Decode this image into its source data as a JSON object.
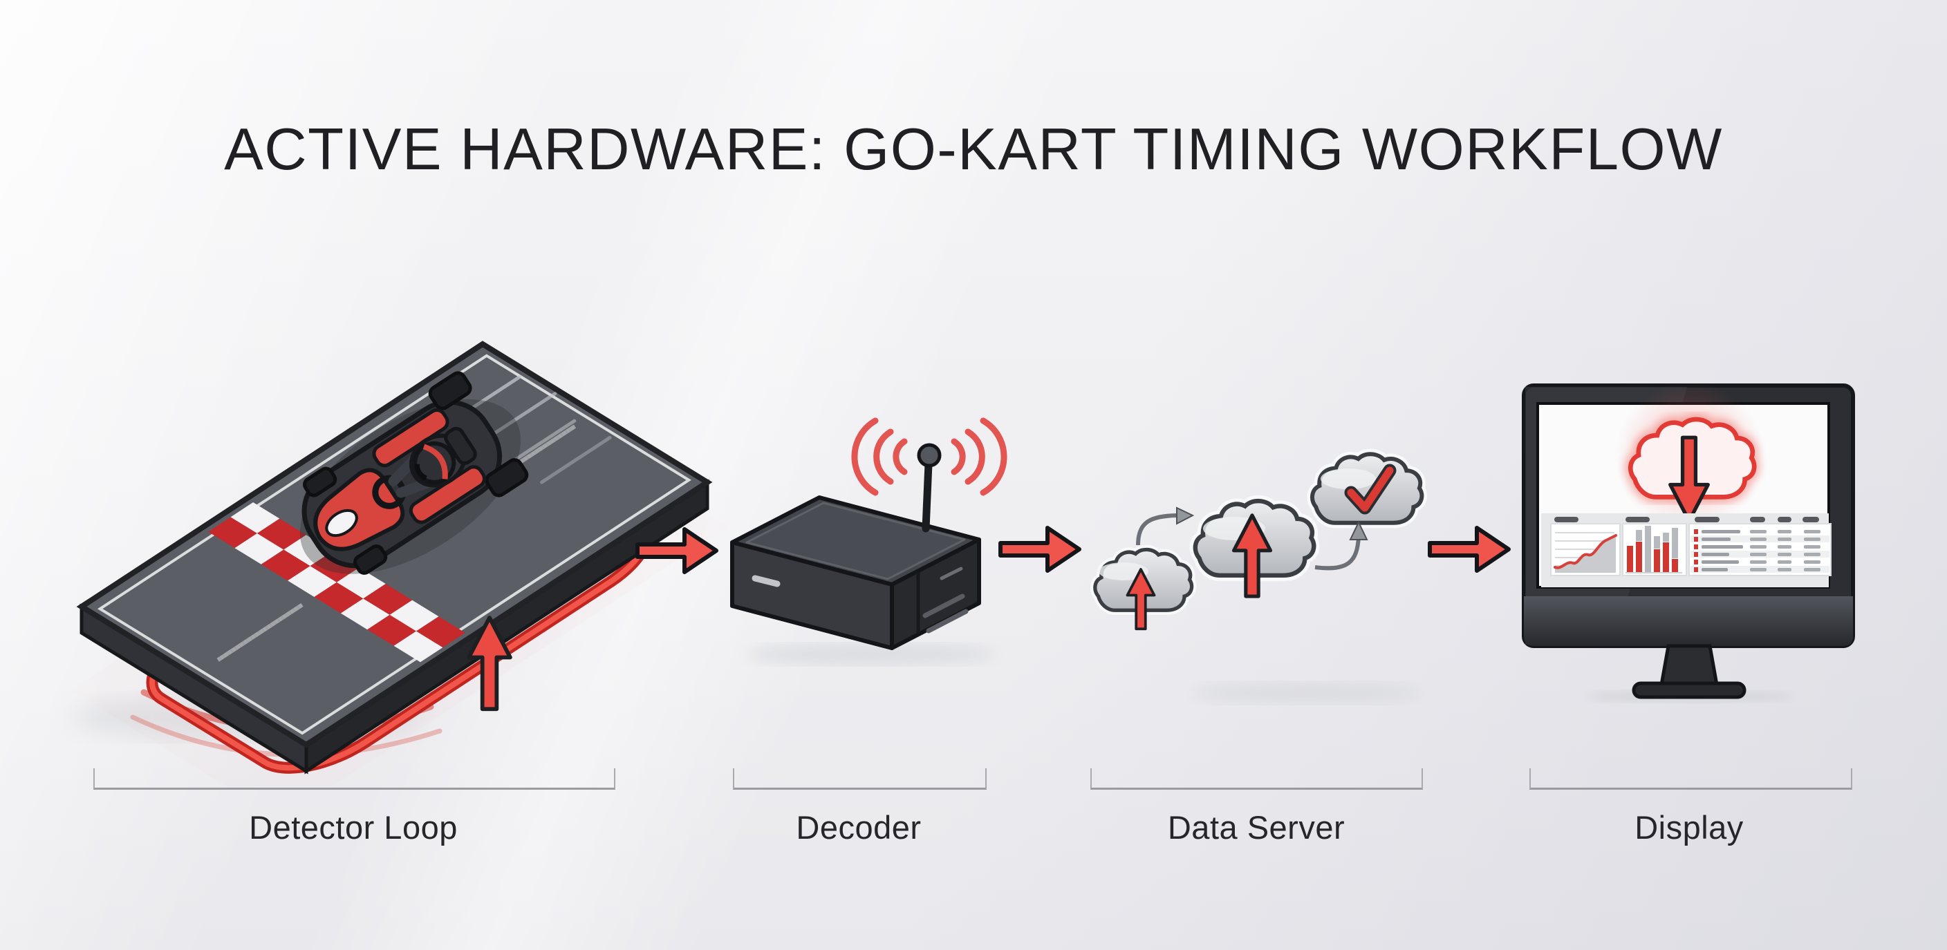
{
  "title": "ACTIVE HARDWARE: GO-KART TIMING WORKFLOW",
  "stages": [
    {
      "id": "detector-loop",
      "label": "Detector Loop",
      "icon": "go-kart-track-loop-icon"
    },
    {
      "id": "decoder",
      "label": "Decoder",
      "icon": "decoder-box-antenna-icon"
    },
    {
      "id": "data-server",
      "label": "Data Server",
      "icon": "cloud-upload-sync-icon"
    },
    {
      "id": "display",
      "label": "Display",
      "icon": "monitor-dashboard-icon"
    }
  ],
  "flow": {
    "direction": "left-to-right",
    "connector": "red-right-arrow",
    "connector_count": 3
  },
  "colors": {
    "accent_red": "#e8423b",
    "arrow_red": "#ef544d",
    "loop_glow_red": "#e23b35",
    "dark_outline": "#17181b",
    "track_gray": "#5b5e64",
    "cloud_gray": "#c4c7cc",
    "background_light": "#f1f1f4",
    "title_text": "#202024",
    "label_text": "#26262a",
    "bracket_gray": "#a6a6aa"
  }
}
